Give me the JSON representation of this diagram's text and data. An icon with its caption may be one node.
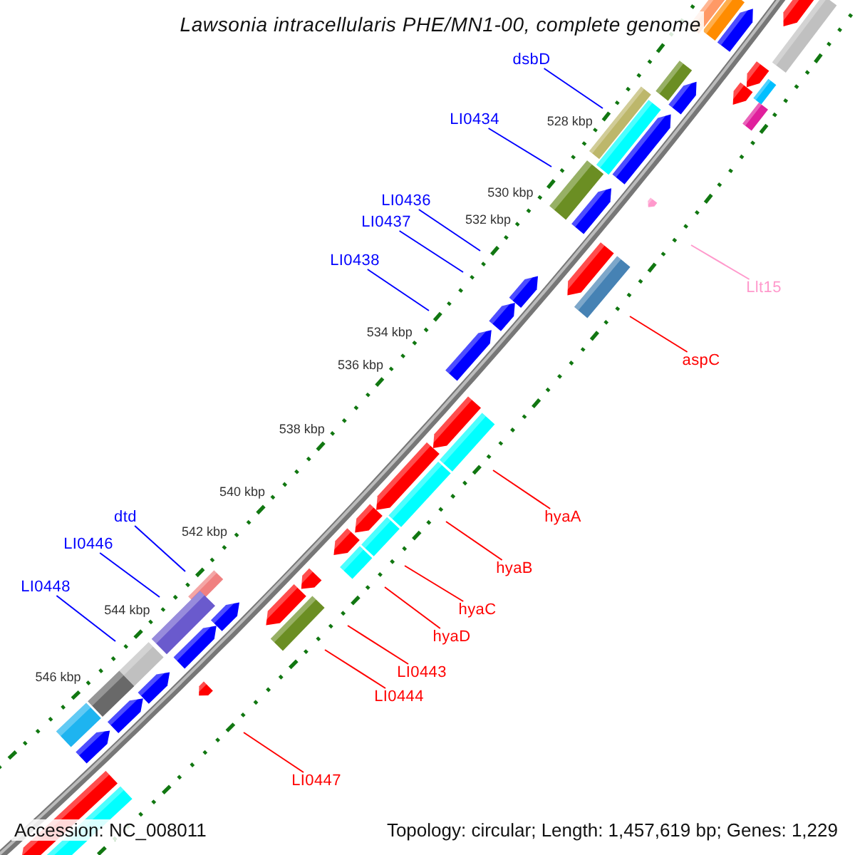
{
  "diagram": {
    "title": "Lawsonia intracellularis PHE/MN1-00, complete genome",
    "nodes": [
      {
        "text": [
          "dsbD"
        ]
      },
      {
        "text": [
          "LI0434"
        ]
      },
      {
        "text": [
          "LI0436"
        ]
      },
      {
        "text": [
          "LI0437"
        ]
      },
      {
        "text": [
          "LI0438"
        ]
      },
      {
        "text": [
          "dtd"
        ]
      },
      {
        "text": [
          "LI0446"
        ]
      },
      {
        "text": [
          "LI0448"
        ]
      },
      {
        "text": [
          "Llt15"
        ]
      },
      {
        "text": [
          "aspC"
        ]
      },
      {
        "text": [
          "hyaA"
        ]
      },
      {
        "text": [
          "hyaB"
        ]
      },
      {
        "text": [
          "hyaC"
        ]
      },
      {
        "text": [
          "hyaD"
        ]
      },
      {
        "text": [
          "LI0443"
        ]
      },
      {
        "text": [
          "LI0444"
        ]
      },
      {
        "text": [
          "LI0447"
        ]
      }
    ],
    "edges": [
      {
        "from": 0,
        "to": null,
        "arrow": "none",
        "color": "#0000ff"
      },
      {
        "from": 1,
        "to": null,
        "arrow": "none",
        "color": "#0000ff"
      },
      {
        "from": 2,
        "to": null,
        "arrow": "none",
        "color": "#0000ff"
      },
      {
        "from": 3,
        "to": null,
        "arrow": "none",
        "color": "#0000ff"
      },
      {
        "from": 4,
        "to": null,
        "arrow": "none",
        "color": "#0000ff"
      },
      {
        "from": 5,
        "to": null,
        "arrow": "none",
        "color": "#0000ff"
      },
      {
        "from": 6,
        "to": null,
        "arrow": "none",
        "color": "#0000ff"
      },
      {
        "from": 7,
        "to": null,
        "arrow": "none",
        "color": "#0000ff"
      },
      {
        "from": 8,
        "to": null,
        "arrow": "none",
        "color": "#ff99cc"
      },
      {
        "from": 9,
        "to": null,
        "arrow": "none",
        "color": "#ff0000"
      },
      {
        "from": 10,
        "to": null,
        "arrow": "none",
        "color": "#ff0000"
      },
      {
        "from": 11,
        "to": null,
        "arrow": "none",
        "color": "#ff0000"
      },
      {
        "from": 12,
        "to": null,
        "arrow": "none",
        "color": "#ff0000"
      },
      {
        "from": 13,
        "to": null,
        "arrow": "none",
        "color": "#ff0000"
      },
      {
        "from": 14,
        "to": null,
        "arrow": "none",
        "color": "#ff0000"
      },
      {
        "from": 15,
        "to": null,
        "arrow": "none",
        "color": "#ff0000"
      },
      {
        "from": 16,
        "to": null,
        "arrow": "none",
        "color": "#ff0000"
      }
    ],
    "labels": [
      "528 kbp",
      "530 kbp",
      "532 kbp",
      "534 kbp",
      "536 kbp",
      "538 kbp",
      "540 kbp",
      "542 kbp",
      "544 kbp",
      "546 kbp",
      "Accession: NC_008011",
      "Topology: circular; Length: 1,457,619 bp; Genes: 1,229"
    ]
  }
}
